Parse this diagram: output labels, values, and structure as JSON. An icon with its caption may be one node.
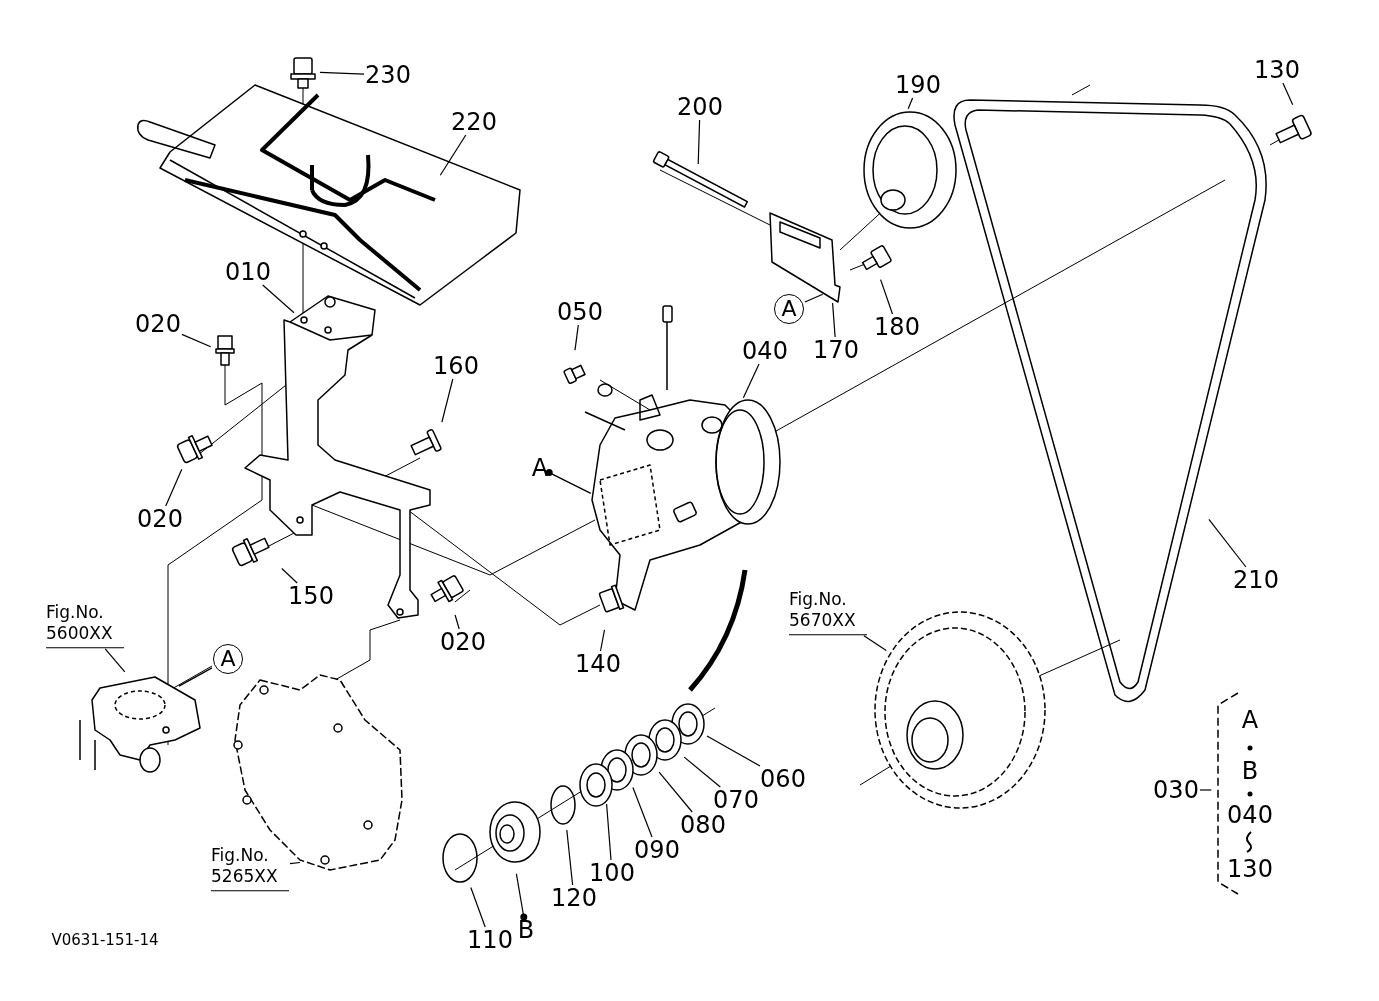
{
  "diagram": {
    "nodes": [
      {
        "text": [
          "230"
        ]
      },
      {
        "text": [
          "220"
        ]
      },
      {
        "text": [
          "010"
        ]
      },
      {
        "text": [
          "020"
        ]
      },
      {
        "text": [
          "020"
        ]
      },
      {
        "text": [
          "160"
        ]
      },
      {
        "text": [
          "150"
        ]
      },
      {
        "text": [
          "020"
        ]
      },
      {
        "text": [
          "050"
        ]
      },
      {
        "text": [
          "040"
        ]
      },
      {
        "text": [
          "A"
        ]
      },
      {
        "text": [
          "170"
        ]
      },
      {
        "text": [
          "180"
        ]
      },
      {
        "text": [
          "200"
        ]
      },
      {
        "text": [
          "190"
        ]
      },
      {
        "text": [
          "130"
        ]
      },
      {
        "text": [
          "210"
        ]
      },
      {
        "text": [
          "A"
        ]
      },
      {
        "text": [
          "140"
        ]
      },
      {
        "text": [
          "060"
        ]
      },
      {
        "text": [
          "070"
        ]
      },
      {
        "text": [
          "080"
        ]
      },
      {
        "text": [
          "090"
        ]
      },
      {
        "text": [
          "100"
        ]
      },
      {
        "text": [
          "120"
        ]
      },
      {
        "text": [
          "110"
        ]
      },
      {
        "text": [
          "B"
        ]
      },
      {
        "text": [
          "Fig.No. 5600XX"
        ]
      },
      {
        "text": [
          "A"
        ]
      },
      {
        "text": [
          "Fig.No. 5265XX"
        ]
      },
      {
        "text": [
          "Fig.No. 5670XX"
        ]
      },
      {
        "text": [
          "030"
        ]
      }
    ],
    "edges": [
      {
        "from": 0,
        "to": null,
        "arrow": "none"
      },
      {
        "from": 1,
        "to": null,
        "arrow": "none"
      },
      {
        "from": 2,
        "to": null,
        "arrow": "none"
      },
      {
        "from": 3,
        "to": null,
        "arrow": "none"
      },
      {
        "from": 4,
        "to": null,
        "arrow": "none"
      },
      {
        "from": 5,
        "to": null,
        "arrow": "none"
      },
      {
        "from": 6,
        "to": null,
        "arrow": "none"
      },
      {
        "from": 7,
        "to": null,
        "arrow": "none"
      },
      {
        "from": 8,
        "to": null,
        "arrow": "none"
      },
      {
        "from": 9,
        "to": null,
        "arrow": "none"
      },
      {
        "from": 10,
        "to": null,
        "arrow": "none"
      },
      {
        "from": 11,
        "to": null,
        "arrow": "none"
      },
      {
        "from": 12,
        "to": null,
        "arrow": "none"
      },
      {
        "from": 13,
        "to": null,
        "arrow": "none"
      },
      {
        "from": 14,
        "to": null,
        "arrow": "none"
      },
      {
        "from": 15,
        "to": null,
        "arrow": "none"
      },
      {
        "from": 16,
        "to": null,
        "arrow": "none"
      },
      {
        "from": 17,
        "to": null,
        "arrow": "other"
      },
      {
        "from": 18,
        "to": null,
        "arrow": "none"
      },
      {
        "from": 19,
        "to": null,
        "arrow": "none"
      },
      {
        "from": 20,
        "to": null,
        "arrow": "none"
      },
      {
        "from": 21,
        "to": null,
        "arrow": "none"
      },
      {
        "from": 22,
        "to": null,
        "arrow": "none"
      },
      {
        "from": 23,
        "to": null,
        "arrow": "none"
      },
      {
        "from": 24,
        "to": null,
        "arrow": "none"
      },
      {
        "from": 25,
        "to": null,
        "arrow": "none"
      },
      {
        "from": 26,
        "to": null,
        "arrow": "other"
      },
      {
        "from": 27,
        "to": null,
        "arrow": "none"
      },
      {
        "from": 28,
        "to": null,
        "arrow": "none"
      },
      {
        "from": 29,
        "to": null,
        "arrow": "none"
      },
      {
        "from": 30,
        "to": null,
        "arrow": "none"
      },
      {
        "from": 31,
        "to": null,
        "arrow": "none"
      }
    ],
    "labels": [
      "A",
      "B",
      "040",
      "130",
      "V0631-151-14"
    ]
  }
}
